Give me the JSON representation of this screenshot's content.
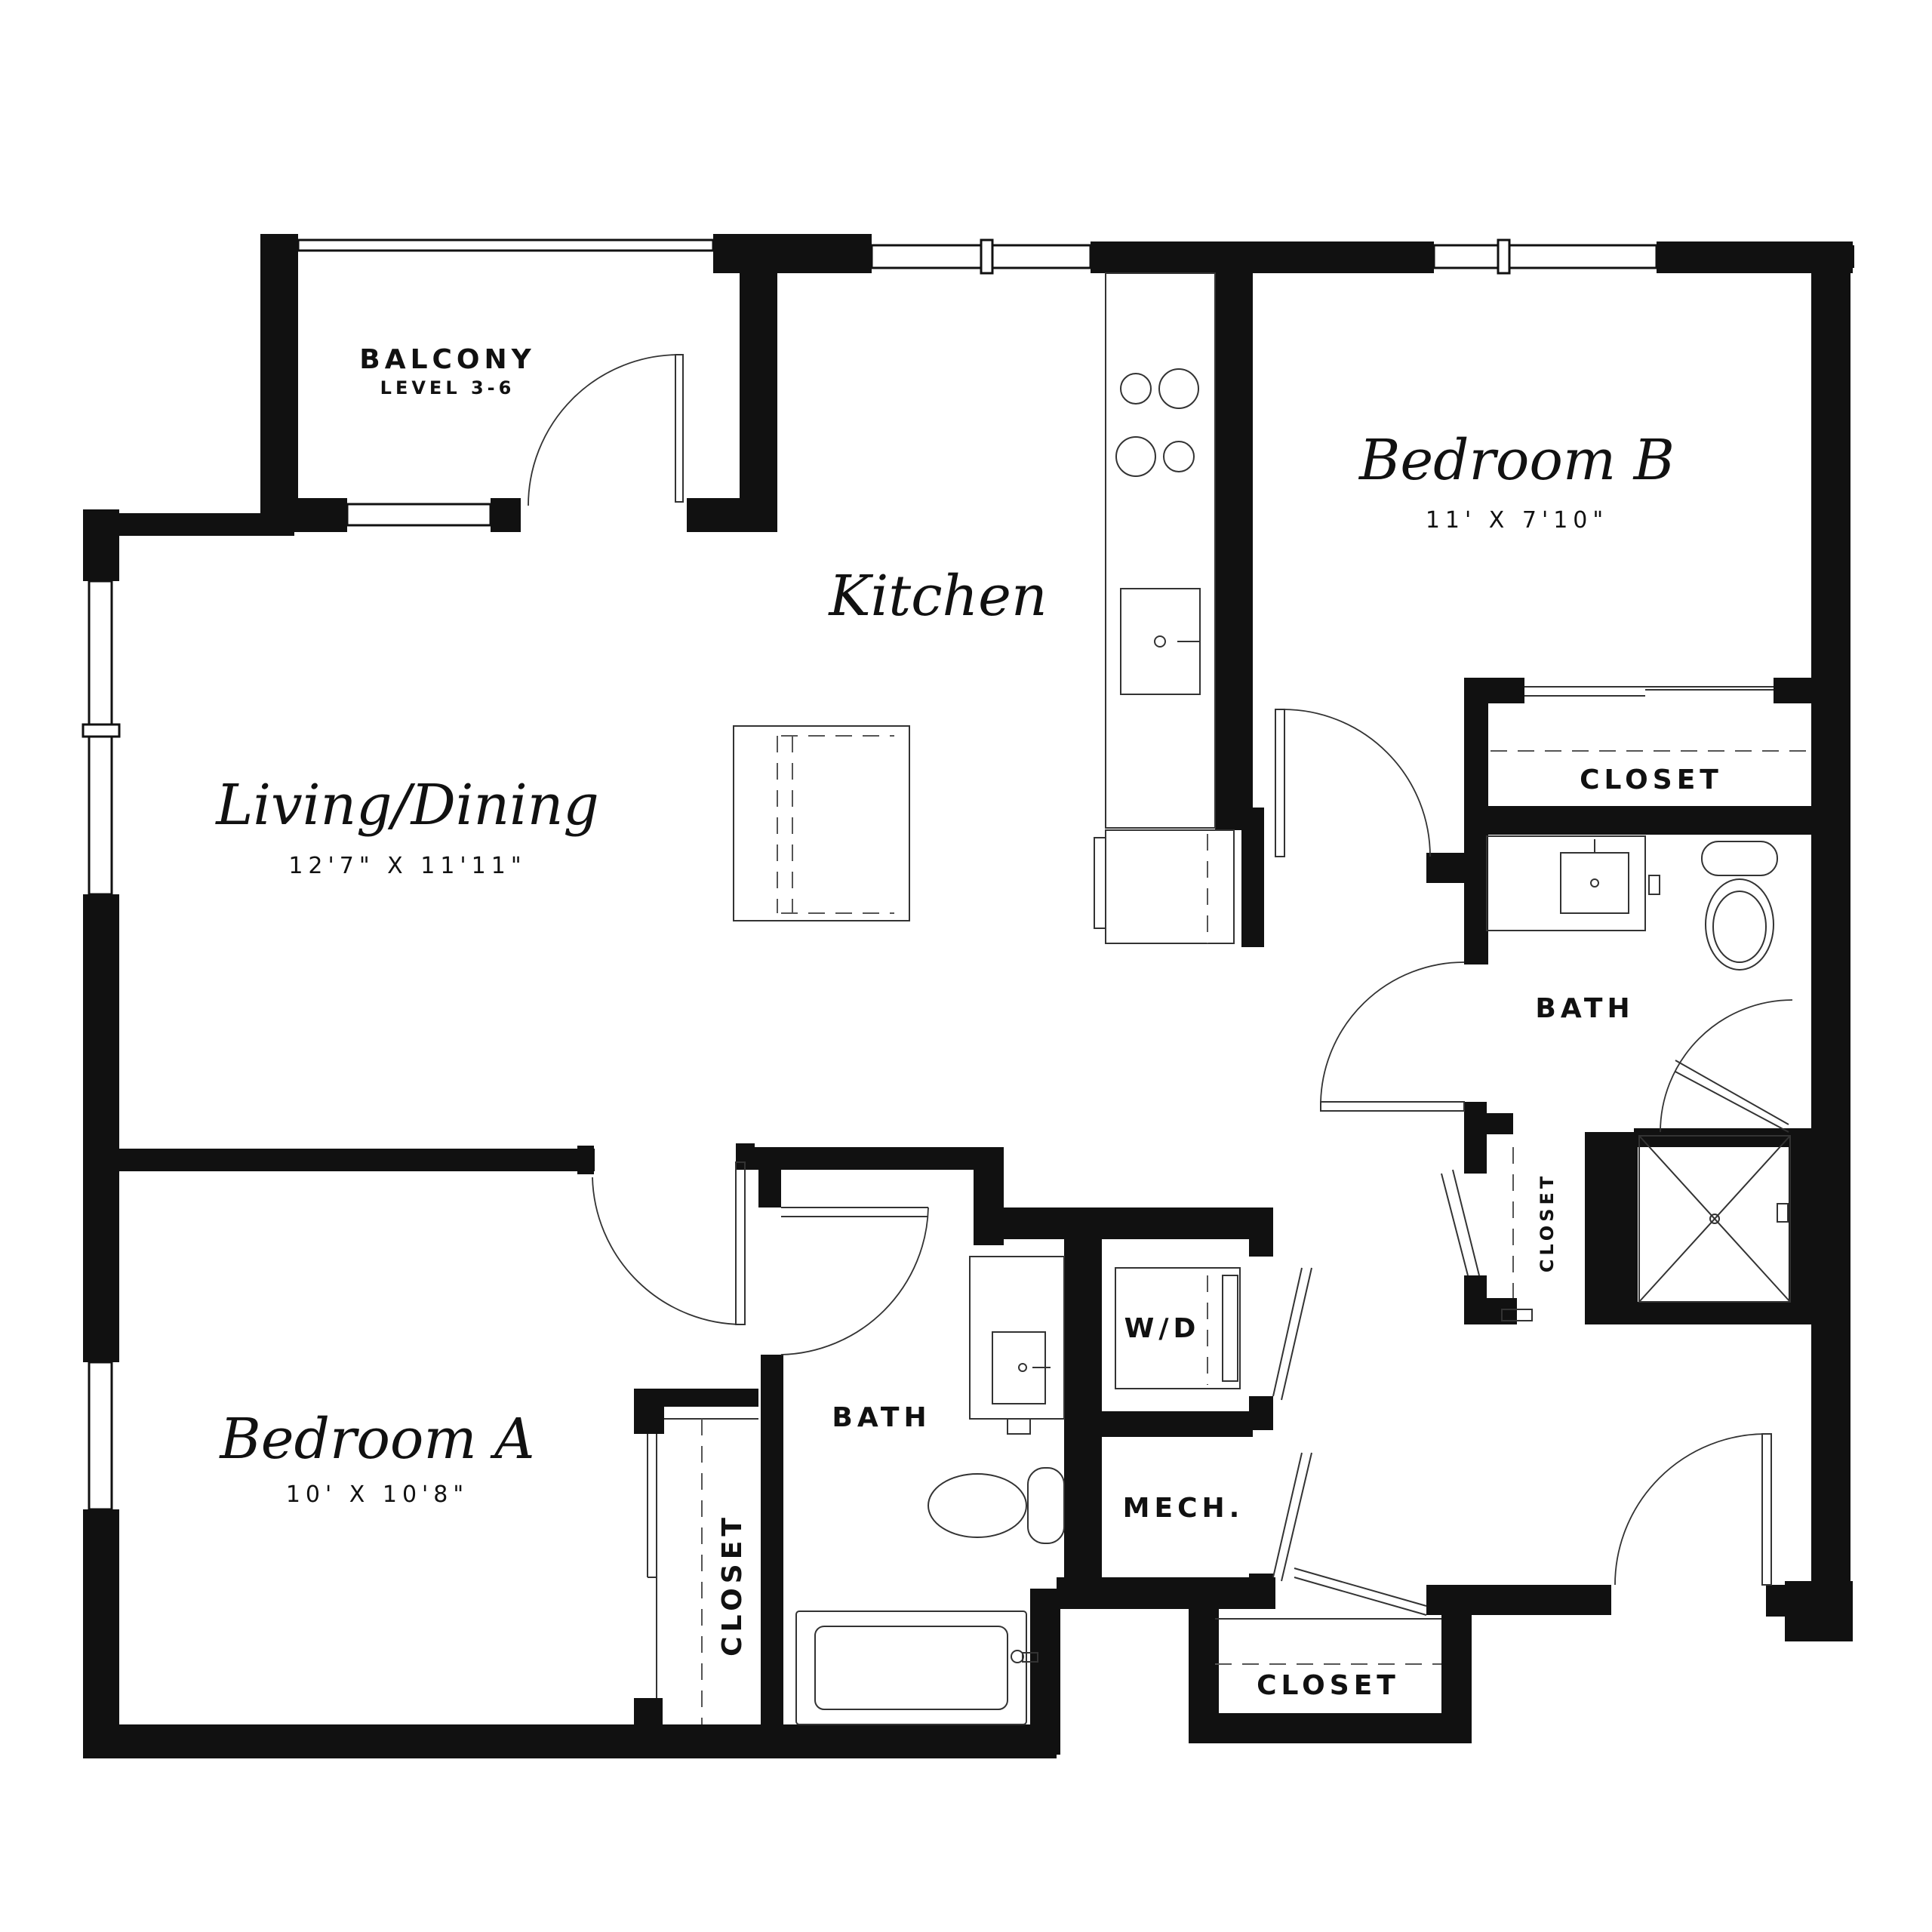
{
  "rooms": {
    "balcony": {
      "label": "BALCONY",
      "sublabel": "LEVEL 3-6"
    },
    "kitchen": {
      "label": "Kitchen"
    },
    "living": {
      "label": "Living/Dining",
      "dims": "12'7\" X 11'11\""
    },
    "bedroom_a": {
      "label": "Bedroom A",
      "dims": "10' X 10'8\""
    },
    "bedroom_b": {
      "label": "Bedroom B",
      "dims": "11' X 7'10\""
    },
    "closet_b": {
      "label": "CLOSET"
    },
    "bath_b": {
      "label": "BATH"
    },
    "closet_hall": {
      "label": "CLOSET"
    },
    "wd": {
      "label": "W/D"
    },
    "bath_a": {
      "label": "BATH"
    },
    "mech": {
      "label": "MECH."
    },
    "closet_a": {
      "label": "CLOSET"
    },
    "closet_entry": {
      "label": "CLOSET"
    }
  }
}
